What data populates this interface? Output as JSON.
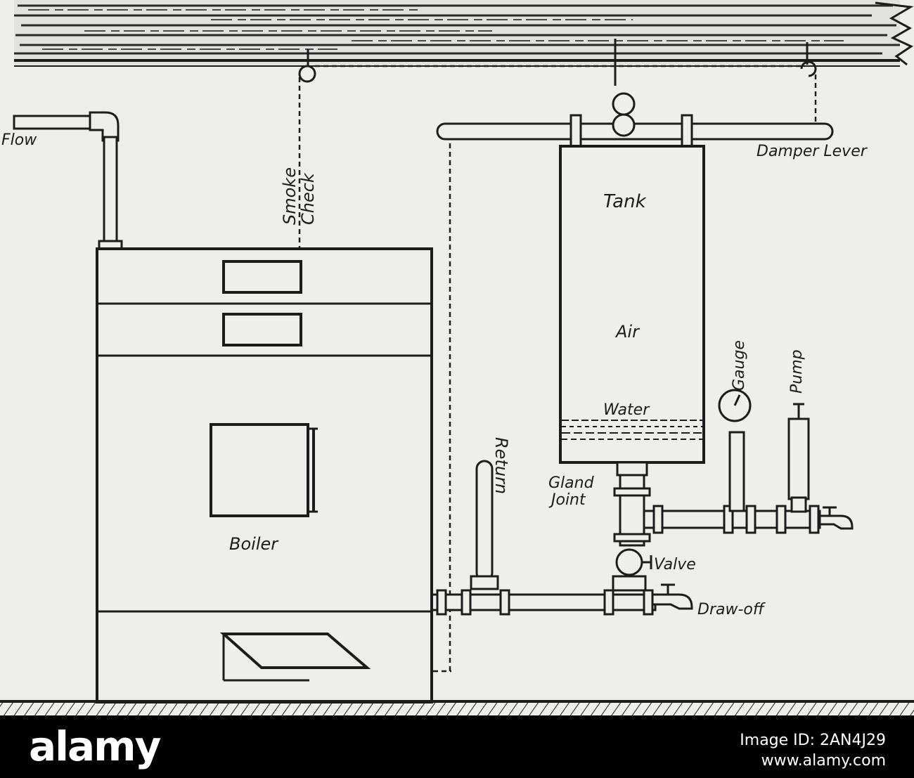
{
  "diagram": {
    "labels": {
      "flow": "Flow",
      "smoke_check": [
        "Smoke",
        "Check"
      ],
      "damper_lever": "Damper Lever",
      "tank": "Tank",
      "air": "Air",
      "water": "Water",
      "gauge": "Gauge",
      "pump": "Pump",
      "return": "Return",
      "gland_joint": [
        "Gland",
        "Joint"
      ],
      "valve": "Valve",
      "boiler": "Boiler",
      "draw_off": "Draw-off"
    }
  },
  "watermark": {
    "brand": "alamy",
    "image_id": "Image ID: 2AN4J29",
    "url": "www.alamy.com"
  }
}
